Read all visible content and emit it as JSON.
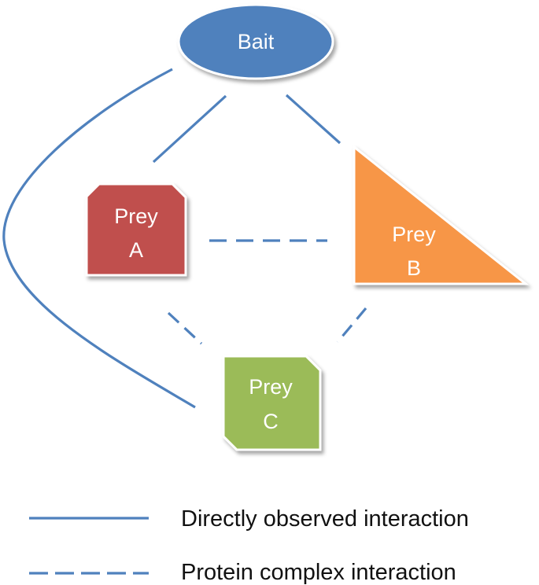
{
  "nodes": {
    "bait": {
      "label": "Bait",
      "color": "#4f81bd",
      "shape": "ellipse"
    },
    "prey_a": {
      "label_line1": "Prey",
      "label_line2": "A",
      "color": "#c0504d",
      "shape": "snipped-rectangle"
    },
    "prey_b": {
      "label_line1": "Prey",
      "label_line2": "B",
      "color": "#f79646",
      "shape": "right-triangle"
    },
    "prey_c": {
      "label_line1": "Prey",
      "label_line2": "C",
      "color": "#9bbb59",
      "shape": "snipped-rectangle"
    }
  },
  "edges": [
    {
      "from": "Bait",
      "to": "Prey A",
      "style": "solid"
    },
    {
      "from": "Bait",
      "to": "Prey B",
      "style": "solid"
    },
    {
      "from": "Bait",
      "to": "Prey C",
      "style": "solid"
    },
    {
      "from": "Prey A",
      "to": "Prey B",
      "style": "dashed"
    },
    {
      "from": "Prey A",
      "to": "Prey C",
      "style": "dashed"
    },
    {
      "from": "Prey B",
      "to": "Prey C",
      "style": "dashed"
    }
  ],
  "legend": {
    "solid_label": "Directly observed interaction",
    "dashed_label": "Protein complex interaction"
  },
  "colors": {
    "line": "#4f81bd",
    "node_text": "#ffffff"
  }
}
